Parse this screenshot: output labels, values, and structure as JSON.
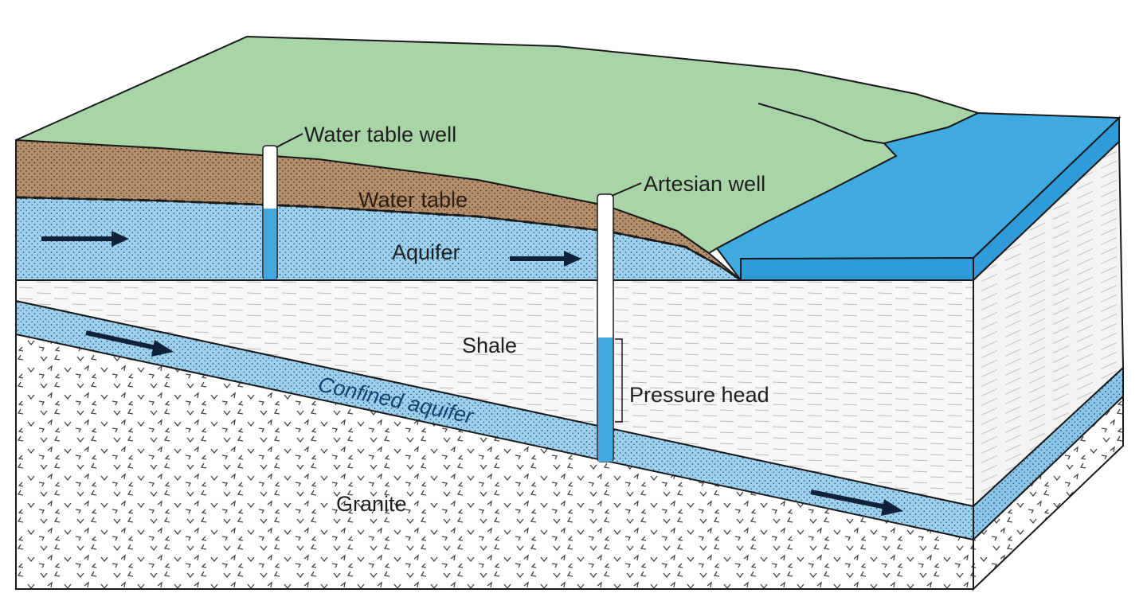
{
  "labels": {
    "water_table_well": "Water table well",
    "artesian_well": "Artesian well",
    "water_table": "Water table",
    "aquifer": "Aquifer",
    "shale": "Shale",
    "confined_aquifer": "Confined aquifer",
    "pressure_head": "Pressure head",
    "granite": "Granite"
  },
  "colors": {
    "land_surface": "#a8d4a8",
    "soil": "#b58f6c",
    "aquifer_water": "#9dd1ee",
    "lake": "#3fa9e2",
    "lake_front": "#2f9bd8",
    "shale": "#f7f7f5",
    "granite": "#ffffff",
    "outline": "#1a1a1a"
  }
}
